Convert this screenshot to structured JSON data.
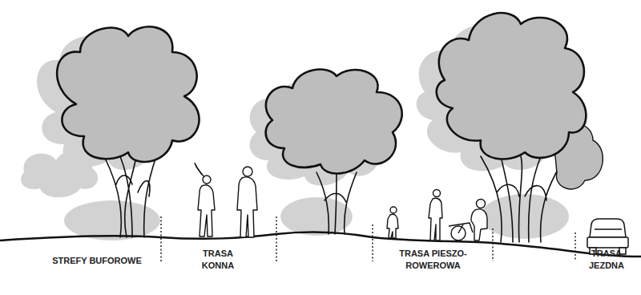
{
  "diagram": {
    "labels": [
      "STREFY BUFOROWE",
      "TRASA KONNA",
      "TRASA PIESZO-ROWEROWA",
      "TRASA JEZDNA"
    ]
  }
}
